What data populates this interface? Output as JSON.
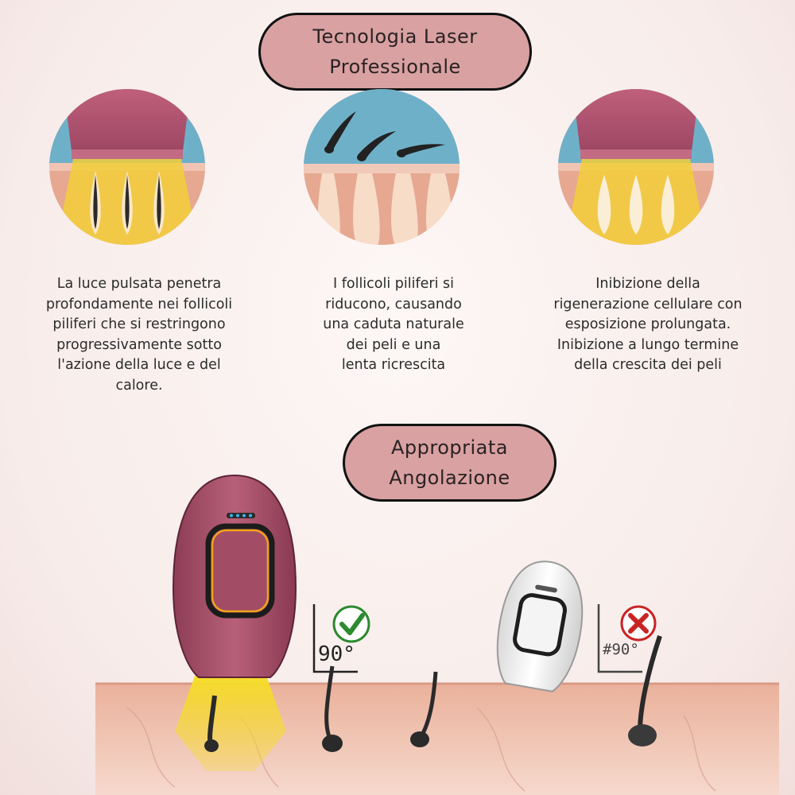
{
  "header": {
    "title_line1": "Tecnologia Laser",
    "title_line2": "Professionale"
  },
  "steps": [
    {
      "lines": [
        "La luce pulsata penetra",
        "profondamente nei follicoli",
        "piliferi che si restringono",
        "progressivamente sotto",
        "l'azione della luce e del",
        "calore."
      ]
    },
    {
      "lines": [
        "I follicoli piliferi si",
        "riducono, causando",
        "una caduta naturale",
        "dei peli e una",
        "lenta ricrescita"
      ]
    },
    {
      "lines": [
        "Inibizione della",
        "rigenerazione cellulare con",
        "esposizione prolungata.",
        "Inibizione a lungo termine",
        "della crescita dei peli"
      ]
    }
  ],
  "angle_section": {
    "title_line1": "Appropriata",
    "title_line2": "Angolazione",
    "correct_label": "90°",
    "wrong_label": "#90°"
  },
  "colors": {
    "pill": "#d9a1a2",
    "device_pink": "#a85069",
    "skin": "#e6a891",
    "light": "#f3d23a",
    "check_green": "#2c8a2f",
    "cross_red": "#c92424"
  },
  "icons": {
    "correct": "check-icon",
    "wrong": "cross-icon"
  }
}
